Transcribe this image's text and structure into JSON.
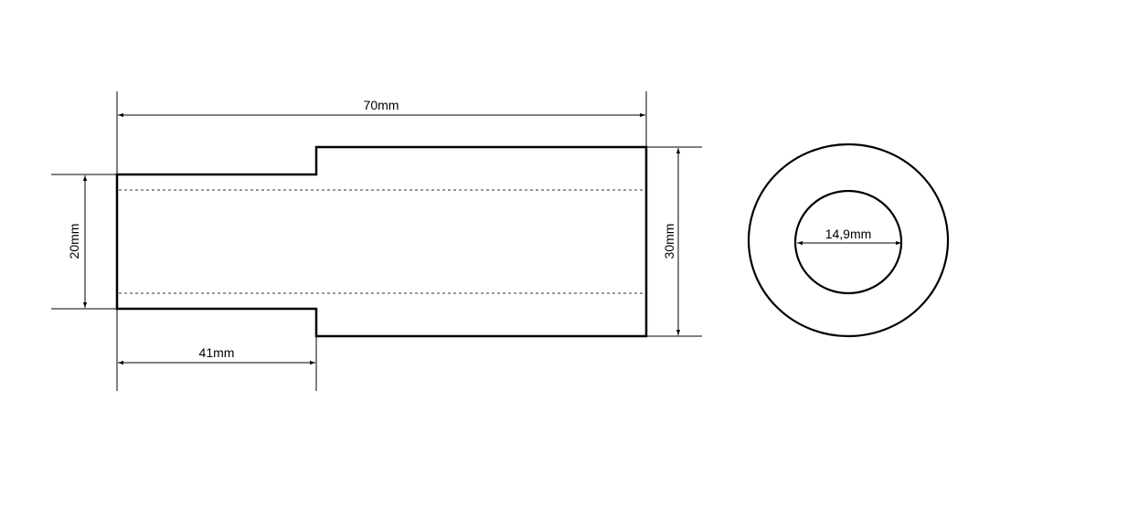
{
  "dimensions": {
    "overall_length": "70mm",
    "step_length": "41mm",
    "small_diameter": "20mm",
    "large_diameter": "30mm",
    "bore_diameter": "14,9mm"
  }
}
